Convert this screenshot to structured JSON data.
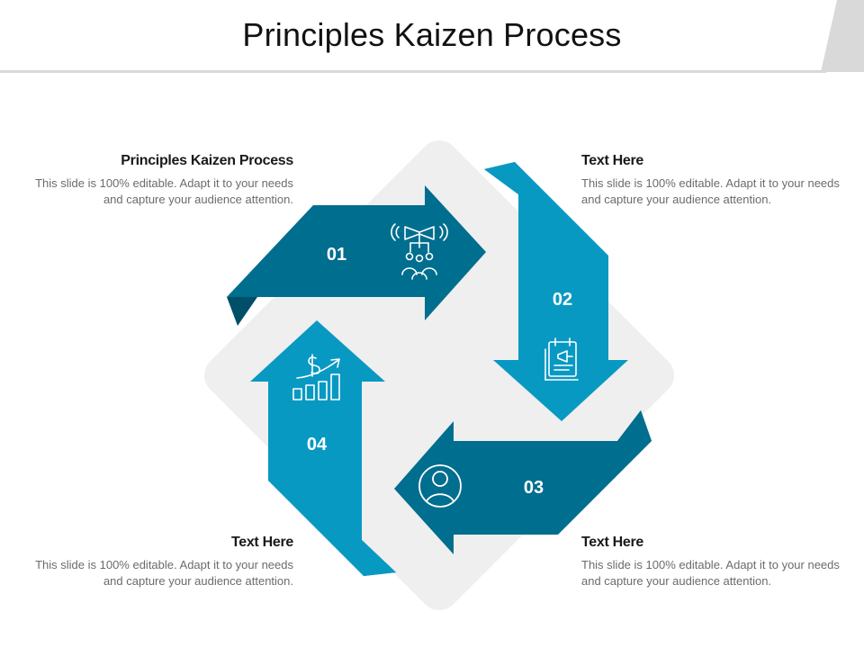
{
  "title": "Principles Kaizen Process",
  "colors": {
    "dark_teal": "#006E8E",
    "light_blue": "#0899C3",
    "shadow_dark": "#004F69",
    "shadow_light": "#0A6F92",
    "diamond_bg": "#EFEFEF",
    "title_rule": "#D9D9D9"
  },
  "steps": [
    {
      "number": "01",
      "icon": "marketing-team-icon"
    },
    {
      "number": "02",
      "icon": "promotion-board-icon"
    },
    {
      "number": "03",
      "icon": "user-profile-icon"
    },
    {
      "number": "04",
      "icon": "dollar-growth-chart-icon"
    }
  ],
  "notes": {
    "top_left": {
      "heading": "Principles Kaizen Process",
      "body": "This slide is 100% editable. Adapt it to your needs and capture your audience attention."
    },
    "top_right": {
      "heading": "Text Here",
      "body": "This slide is 100% editable. Adapt it to your needs and capture your audience attention."
    },
    "bottom_left": {
      "heading": "Text Here",
      "body": "This slide is 100% editable. Adapt it to your needs and capture your audience attention."
    },
    "bottom_right": {
      "heading": "Text Here",
      "body": "This slide is 100% editable. Adapt it to your needs and capture your audience attention."
    }
  }
}
